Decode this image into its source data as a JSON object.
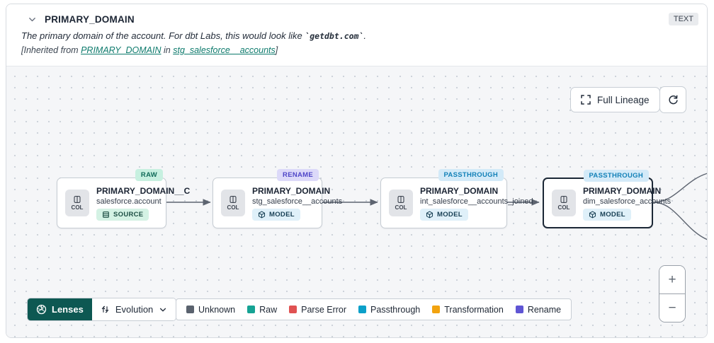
{
  "header": {
    "title": "PRIMARY_DOMAIN",
    "type_badge": "TEXT",
    "description_prefix": "The primary domain of the account. For dbt Labs, this would look like ",
    "description_code": "`getdbt.com`",
    "description_suffix": ".",
    "inherited_prefix": "[Inherited from ",
    "inherited_link1": "PRIMARY_DOMAIN",
    "inherited_middle": " in ",
    "inherited_link2": "stg_salesforce__accounts",
    "inherited_suffix": "]"
  },
  "toolbar": {
    "full_lineage_label": "Full Lineage",
    "lenses_label": "Lenses",
    "lens_selected": "Evolution"
  },
  "canvas": {
    "nodes": [
      {
        "badge": "RAW",
        "col_label": "COL",
        "title": "PRIMARY_DOMAIN__C",
        "subtitle": "salesforce.account",
        "kind": "SOURCE",
        "selected": false
      },
      {
        "badge": "RENAME",
        "col_label": "COL",
        "title": "PRIMARY_DOMAIN",
        "subtitle": "stg_salesforce__accounts",
        "kind": "MODEL",
        "selected": false
      },
      {
        "badge": "PASSTHROUGH",
        "col_label": "COL",
        "title": "PRIMARY_DOMAIN",
        "subtitle": "int_salesforce__accounts_joined",
        "kind": "MODEL",
        "selected": false
      },
      {
        "badge": "PASSTHROUGH",
        "col_label": "COL",
        "title": "PRIMARY_DOMAIN",
        "subtitle": "dim_salesforce_accounts",
        "kind": "MODEL",
        "selected": true
      }
    ]
  },
  "legend": {
    "items": [
      {
        "label": "Unknown",
        "color": "#5a626e"
      },
      {
        "label": "Raw",
        "color": "#16a394"
      },
      {
        "label": "Parse Error",
        "color": "#e05252"
      },
      {
        "label": "Passthrough",
        "color": "#0ba0c9"
      },
      {
        "label": "Transformation",
        "color": "#f2a30f"
      },
      {
        "label": "Rename",
        "color": "#5f55d4"
      }
    ]
  },
  "zoom_controls": {
    "zoom_in": "+",
    "zoom_out": "−"
  }
}
